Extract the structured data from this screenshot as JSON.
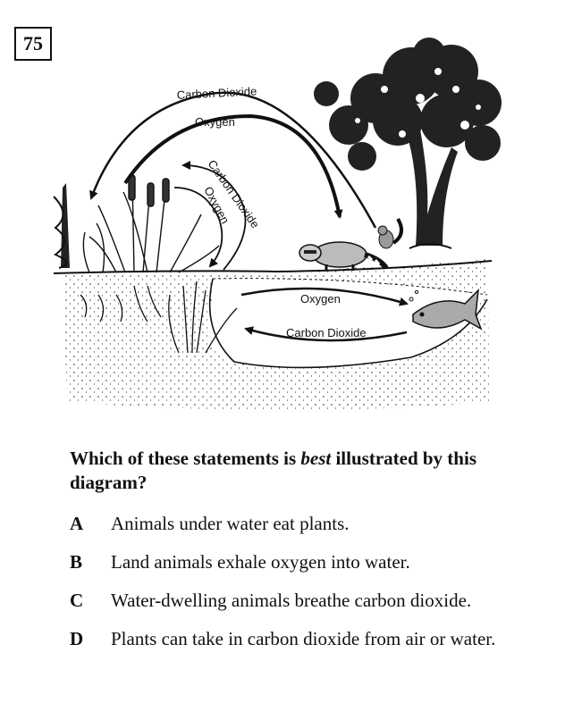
{
  "question_number": "75",
  "diagram": {
    "labels": {
      "upper_outer_co2": "Carbon Dioxide",
      "upper_outer_o2": "Oxygen",
      "upper_inner_co2": "Carbon Dioxide",
      "upper_inner_o2": "Oxygen",
      "water_o2": "Oxygen",
      "water_co2": "Carbon Dioxide"
    },
    "icons": [
      "tree-icon",
      "cattail-plant-icon",
      "raccoon-icon",
      "squirrel-icon",
      "fish-icon",
      "underwater-plant-icon",
      "shrub-icon"
    ]
  },
  "question": {
    "before": "Which of these statements is ",
    "emphasis": "best",
    "after": " illustrated by this diagram?"
  },
  "options": [
    {
      "letter": "A",
      "text": "Animals under water eat plants."
    },
    {
      "letter": "B",
      "text": "Land animals exhale oxygen into water."
    },
    {
      "letter": "C",
      "text": "Water-dwelling animals breathe carbon dioxide."
    },
    {
      "letter": "D",
      "text": "Plants can take in carbon dioxide from air or water."
    }
  ]
}
